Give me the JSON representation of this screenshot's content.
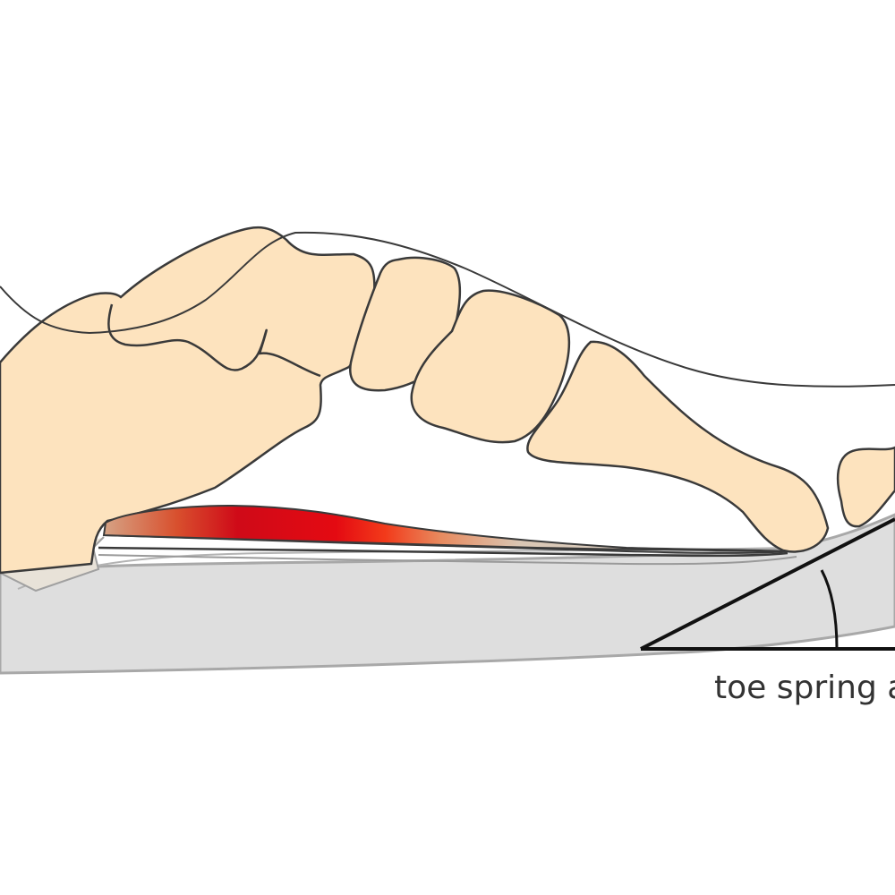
{
  "figure": {
    "subject": "Foot skeleton lateral view on shoe sole with plantar fascia",
    "annotation_label": "toe spring a",
    "colors": {
      "bone_fill": "#fde3be",
      "outline": "#3a3a3a",
      "sole_fill": "#dedede",
      "sole_edge": "#a8a8a8",
      "fascia_hot": "#e10a14",
      "fascia_warm": "#f24a1c",
      "fascia_cool": "#d8c3ad",
      "angle_lines": "#111111",
      "label_text": "#333333",
      "background": "#ffffff"
    },
    "elements": [
      {
        "name": "soft-tissue-outline",
        "description": "Thin skin contour over the foot"
      },
      {
        "name": "calcaneus-talus",
        "description": "Large heel bone mass on left"
      },
      {
        "name": "navicular",
        "description": "Tarsal bone"
      },
      {
        "name": "cuneiform-1"
      },
      {
        "name": "cuneiform-2"
      },
      {
        "name": "metatarsal",
        "description": "Long metatarsal bone"
      },
      {
        "name": "phalanx",
        "description": "Toe bone at right edge"
      },
      {
        "name": "plantar-fascia",
        "description": "Red gradient band under the arch"
      },
      {
        "name": "shoe-sole",
        "description": "Grey midsole with upward toe"
      },
      {
        "name": "toe-spring-angle",
        "description": "Angle marker between ground line and toe incline"
      }
    ]
  }
}
